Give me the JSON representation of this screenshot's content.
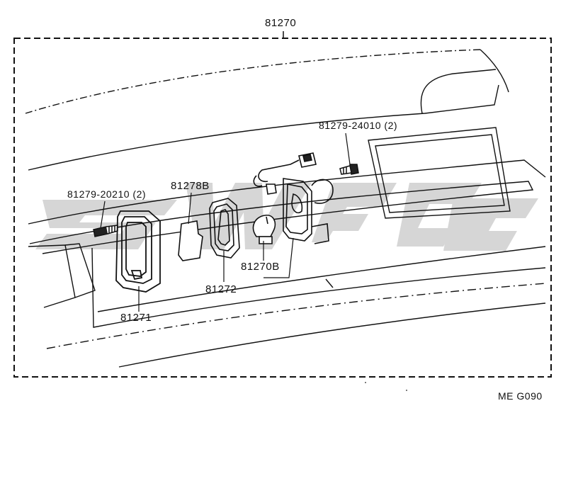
{
  "diagram": {
    "assembly_part": "81270",
    "diagram_code": "ME G090",
    "watermark": "SWPGC",
    "parts": [
      {
        "id": "screw-left",
        "label": "81279-20210 (2)"
      },
      {
        "id": "screw-right",
        "label": "81279-24010 (2)"
      },
      {
        "id": "cover",
        "label": "81278B"
      },
      {
        "id": "lens",
        "label": "81271"
      },
      {
        "id": "gasket",
        "label": "81272"
      },
      {
        "id": "socket",
        "label": "81270B"
      }
    ]
  }
}
